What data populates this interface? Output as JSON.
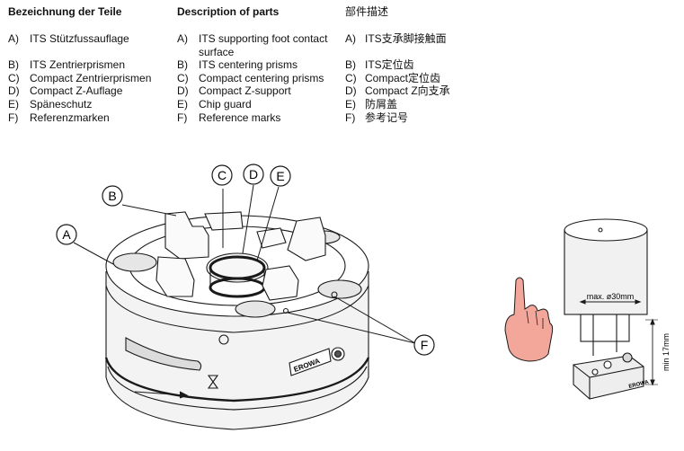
{
  "columns": [
    {
      "header": "Bezeichnung der Teile",
      "items": [
        {
          "letter": "A)",
          "text": "ITS Stützfussauflage"
        },
        {
          "letter": "B)",
          "text": "ITS Zentrierprismen"
        },
        {
          "letter": "C)",
          "text": "Compact Zentrierprismen"
        },
        {
          "letter": "D)",
          "text": "Compact Z-Auflage"
        },
        {
          "letter": "E)",
          "text": "Späneschutz"
        },
        {
          "letter": "F)",
          "text": "Referenzmarken"
        }
      ]
    },
    {
      "header": "Description of parts",
      "items": [
        {
          "letter": "A)",
          "text": "ITS supporting foot contact",
          "text2": "surface"
        },
        {
          "letter": "B)",
          "text": "ITS centering prisms"
        },
        {
          "letter": "C)",
          "text": "Compact centering prisms"
        },
        {
          "letter": "D)",
          "text": "Compact Z-support"
        },
        {
          "letter": "E)",
          "text": "Chip guard"
        },
        {
          "letter": "F)",
          "text": "Reference marks"
        }
      ]
    },
    {
      "header": "部件描述",
      "items": [
        {
          "letter": "A)",
          "text": "ITS支承脚接触面"
        },
        {
          "letter": "B)",
          "text": "ITS定位齿"
        },
        {
          "letter": "C)",
          "text": "Compact定位齿"
        },
        {
          "letter": "D)",
          "text": "Compact Z向支承"
        },
        {
          "letter": "E)",
          "text": "防屑盖"
        },
        {
          "letter": "F)",
          "text": "参考记号"
        }
      ]
    }
  ],
  "callouts": {
    "a": "A",
    "b": "B",
    "c": "C",
    "d": "D",
    "e": "E",
    "f": "F"
  },
  "drawing": {
    "brand": "EROWA",
    "diameter_label": "max. ø30mm",
    "height_label": "min 17mm"
  },
  "colors": {
    "hand_fill": "#f2a79a",
    "line": "#1a1a1a",
    "body_gray": "#ececec"
  }
}
